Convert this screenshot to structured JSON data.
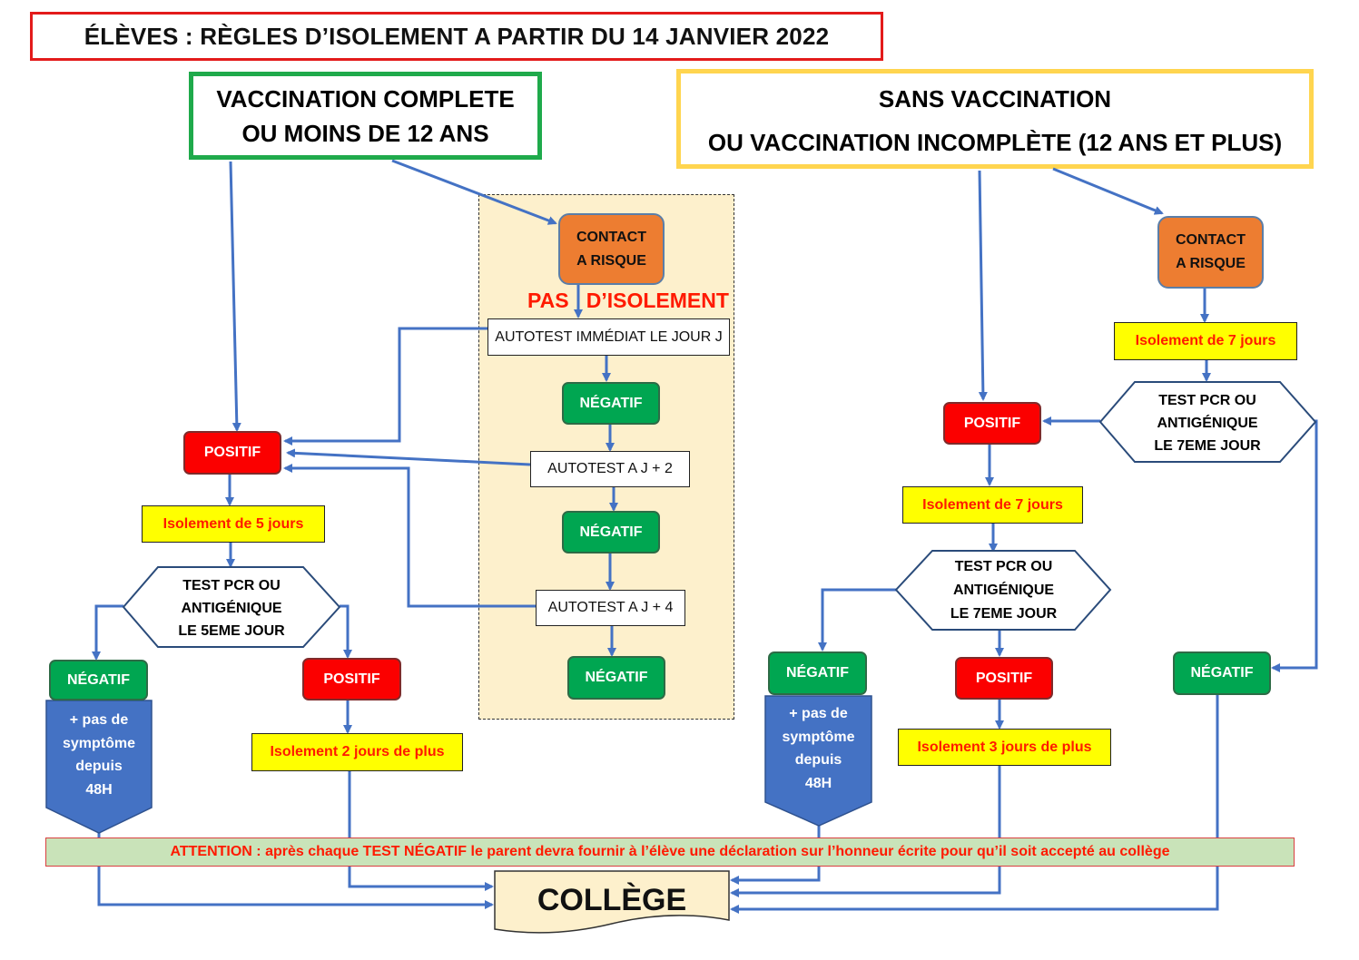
{
  "title": "ÉLÈVES : RÈGLES D’ISOLEMENT A PARTIR DU 14 JANVIER 2022",
  "left": {
    "header_line1": "VACCINATION COMPLETE",
    "header_line2": "OU MOINS DE 12 ANS",
    "contact_line1": "CONTACT",
    "contact_line2": "A RISQUE",
    "pas_isolement": "PAS   D’ISOLEMENT",
    "autotest_j": "AUTOTEST IMMÉDIAT LE JOUR J",
    "negatif_1": "NÉGATIF",
    "autotest_j2": "AUTOTEST A J + 2",
    "negatif_2": "NÉGATIF",
    "autotest_j4": "AUTOTEST A J + 4",
    "negatif_3": "NÉGATIF",
    "positif": "POSITIF",
    "isolement_5": "Isolement de 5 jours",
    "test_line1": "TEST PCR OU",
    "test_line2": "ANTIGÉNIQUE",
    "test_line3": "LE 5EME JOUR",
    "negatif_result": "NÉGATIF",
    "positif_result": "POSITIF",
    "symptom_line1": "+ pas de",
    "symptom_line2": "symptôme",
    "symptom_line3": "depuis",
    "symptom_line4": "48H",
    "isolement_2": "Isolement 2 jours de plus"
  },
  "right": {
    "header_line1": "SANS VACCINATION",
    "header_line2": "OU VACCINATION INCOMPLÈTE (12 ANS ET PLUS)",
    "contact_line1": "CONTACT",
    "contact_line2": "A RISQUE",
    "isolement_7a": "Isolement de 7 jours",
    "test_a_line1": "TEST PCR OU",
    "test_a_line2": "ANTIGÉNIQUE",
    "test_a_line3": "LE 7EME JOUR",
    "positif": "POSITIF",
    "isolement_7b": "Isolement de 7 jours",
    "test_b_line1": "TEST PCR OU",
    "test_b_line2": "ANTIGÉNIQUE",
    "test_b_line3": "LE 7EME JOUR",
    "negatif_result": "NÉGATIF",
    "positif_result": "POSITIF",
    "negatif_far": "NÉGATIF",
    "symptom_line1": "+ pas de",
    "symptom_line2": "symptôme",
    "symptom_line3": "depuis",
    "symptom_line4": "48H",
    "isolement_3": "Isolement 3 jours de plus"
  },
  "attention": "ATTENTION : après chaque TEST NÉGATIF le parent devra fournir à l’élève une déclaration sur l’honneur écrite pour qu’il soit accepté au collège",
  "college": "COLLÈGE",
  "colors": {
    "red": "#fb0000",
    "green": "#00a651",
    "orange": "#ed7d31",
    "yellow": "#ffff00",
    "blue_shape": "#4472c4",
    "arrow": "#4472c4",
    "cream": "#fdf0cc",
    "attention_bg": "#c9e3b9",
    "title_border": "#e31b1b",
    "left_header_border": "#1faa4b",
    "right_header_border": "#ffd54f"
  }
}
